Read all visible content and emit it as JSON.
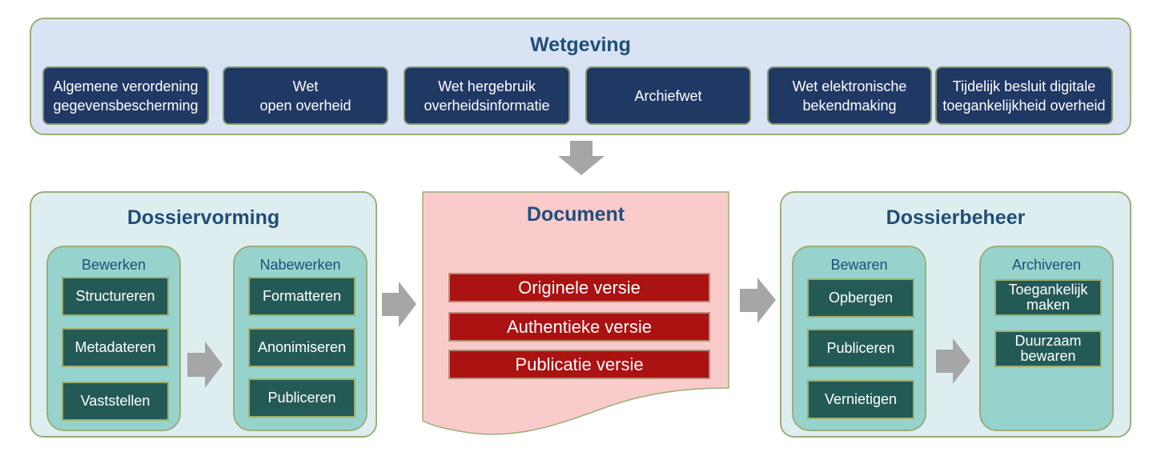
{
  "colors": {
    "legislation_panel": "#dae3f3",
    "law_box": "#203864",
    "section_panel": "#deeef0",
    "group_panel": "#97d3cd",
    "task_box": "#245a56",
    "document_panel": "#f9cbcb",
    "version_box": "#ab1212",
    "title_text": "#1f4e79",
    "arrow": "#a6a6a6",
    "border": "#9bae7a"
  },
  "legislation": {
    "title": "Wetgeving",
    "laws": [
      {
        "line1": "Algemene verordening",
        "line2": "gegevensbescherming"
      },
      {
        "line1": "Wet",
        "line2": "open overheid"
      },
      {
        "line1": "Wet hergebruik",
        "line2": "overheidsinformatie"
      },
      {
        "line1": "Archiefwet",
        "line2": ""
      },
      {
        "line1": "Wet elektronische",
        "line2": "bekendmaking"
      },
      {
        "line1": "Tijdelijk besluit digitale",
        "line2": "toegankelijkheid overheid"
      }
    ]
  },
  "arrows": {
    "legislation_to_document": "arrow-down-icon",
    "flow": "arrow-right-icon"
  },
  "dossiervorming": {
    "title": "Dossiervorming",
    "groups": [
      {
        "label": "Bewerken",
        "tasks": [
          "Structureren",
          "Metadateren",
          "Vaststellen"
        ]
      },
      {
        "label": "Nabewerken",
        "tasks": [
          "Formatteren",
          "Anonimiseren",
          "Publiceren"
        ]
      }
    ]
  },
  "document": {
    "title": "Document",
    "versions": [
      "Originele versie",
      "Authentieke versie",
      "Publicatie versie"
    ]
  },
  "dossierbeheer": {
    "title": "Dossierbeheer",
    "groups": [
      {
        "label": "Bewaren",
        "tasks": [
          "Opbergen",
          "Publiceren",
          "Vernietigen"
        ]
      },
      {
        "label": "Archiveren",
        "tasks": [
          {
            "line1": "Toegankelijk",
            "line2": "maken"
          },
          {
            "line1": "Duurzaam",
            "line2": "bewaren"
          }
        ]
      }
    ]
  }
}
